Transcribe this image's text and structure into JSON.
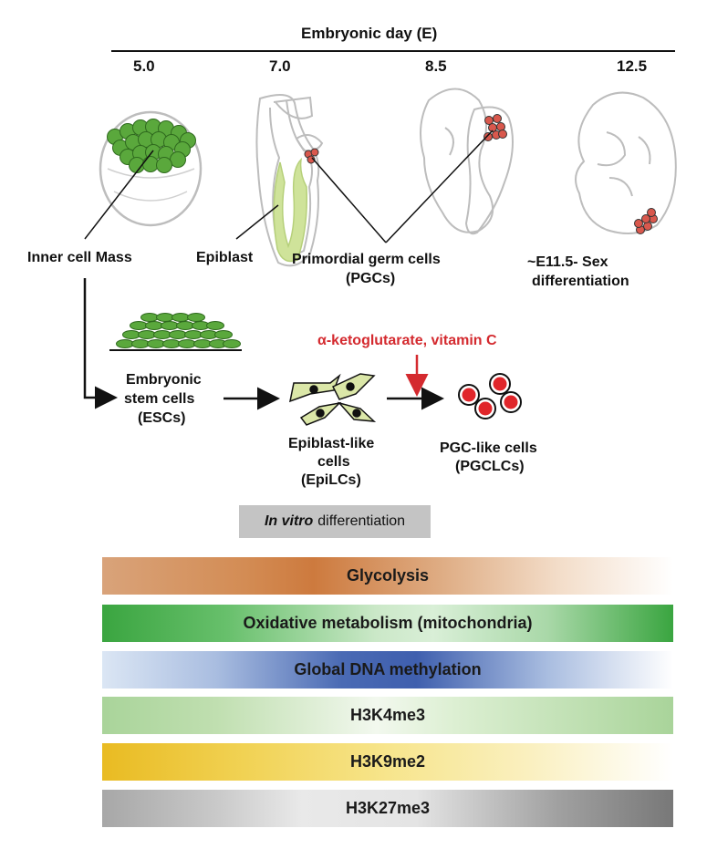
{
  "timeline": {
    "title": "Embryonic day (E)",
    "days": [
      "5.0",
      "7.0",
      "8.5",
      "12.5"
    ]
  },
  "labels": {
    "inner_cell_mass": "Inner cell Mass",
    "epiblast": "Epiblast",
    "pgc_line1": "Primordial germ cells",
    "pgc_line2": "(PGCs)",
    "sex_diff_line1": "~E11.5- Sex",
    "sex_diff_line2": "differentiation",
    "esc_line1": "Embryonic",
    "esc_line2": "stem cells",
    "esc_line3": "(ESCs)",
    "epilc_line1": "Epiblast-like",
    "epilc_line2": "cells",
    "epilc_line3": "(EpiLCs)",
    "pgclc_line1": "PGC-like cells",
    "pgclc_line2": "(PGCLCs)",
    "treatment": "α-ketoglutarate, vitamin C"
  },
  "in_vitro": {
    "italic": "In vitro",
    "rest": "differentiation"
  },
  "bars": [
    {
      "label": "Glycolysis"
    },
    {
      "label": "Oxidative metabolism (mitochondria)"
    },
    {
      "label": "Global DNA methylation"
    },
    {
      "label": "H3K4me3"
    },
    {
      "label": "H3K9me2"
    },
    {
      "label": "H3K27me3"
    }
  ],
  "colors": {
    "treatment_red": "#d42a2f",
    "cell_green": "#5aa83c",
    "pgc_red": "#e0252a"
  }
}
